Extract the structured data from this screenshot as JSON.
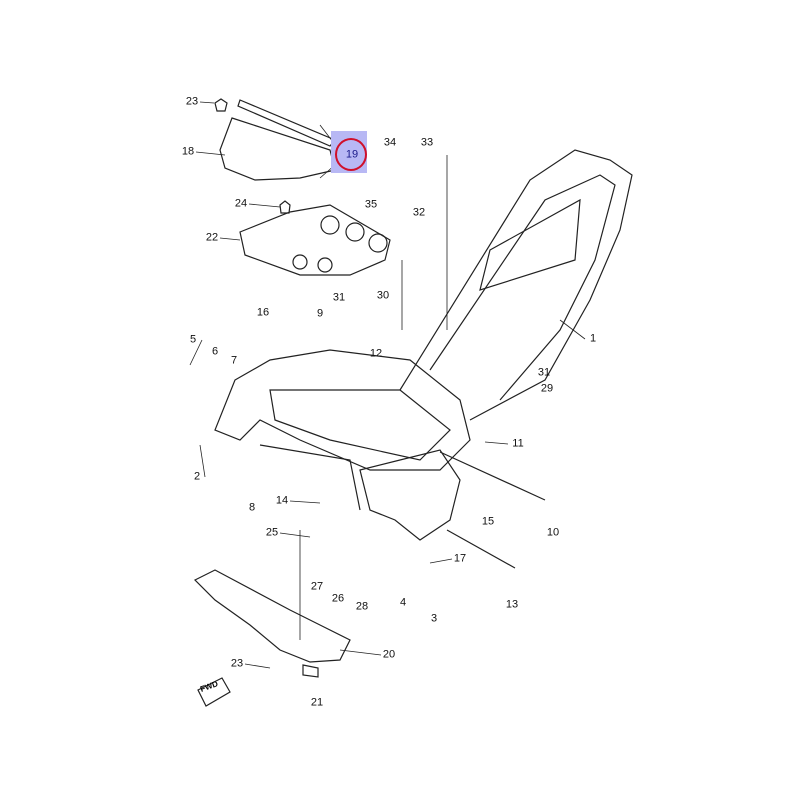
{
  "diagram": {
    "highlighted_part": "19",
    "highlight_color": "#d0102a",
    "highlight_bg": "#b8b8f4",
    "direction_marker": "FWD",
    "part_labels": [
      "23",
      "18",
      "19",
      "34",
      "33",
      "35",
      "32",
      "24",
      "22",
      "1",
      "31",
      "30",
      "16",
      "9",
      "12",
      "5",
      "6",
      "7",
      "31",
      "29",
      "11",
      "2",
      "8",
      "14",
      "15",
      "10",
      "25",
      "17",
      "27",
      "26",
      "28",
      "4",
      "3",
      "13",
      "23",
      "20",
      "21"
    ]
  }
}
